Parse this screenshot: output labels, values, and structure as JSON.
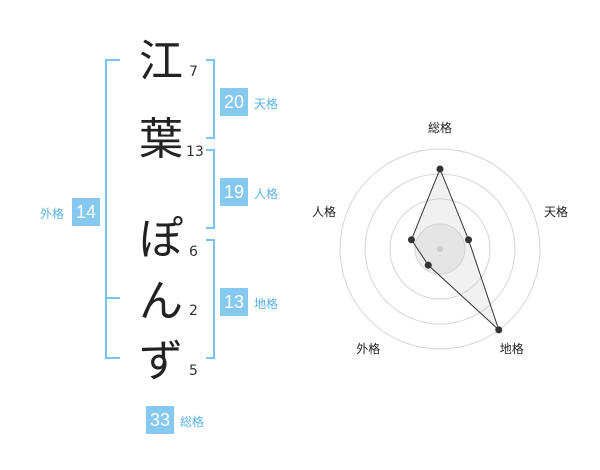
{
  "name_chars": [
    {
      "char": "江",
      "strokes": "7"
    },
    {
      "char": "葉",
      "strokes": "13"
    },
    {
      "char": "ぽ",
      "strokes": "6"
    },
    {
      "char": "ん",
      "strokes": "2"
    },
    {
      "char": "ず",
      "strokes": "5"
    }
  ],
  "fortunes": {
    "tenkaku": {
      "label": "天格",
      "value": "20"
    },
    "jinkaku": {
      "label": "人格",
      "value": "19"
    },
    "chikaku": {
      "label": "地格",
      "value": "13"
    },
    "gaikaku": {
      "label": "外格",
      "value": "14"
    },
    "soukaku": {
      "label": "総格",
      "value": "33"
    }
  },
  "colors": {
    "accent": "#86c9f0",
    "accent_text": "#5ab1e6",
    "bracket": "#7cc3ef"
  },
  "chart_data": {
    "type": "radar",
    "axes": [
      "総格",
      "天格",
      "地格",
      "外格",
      "人格"
    ],
    "values": [
      0.8,
      0.3,
      1.0,
      0.2,
      0.3
    ],
    "range": [
      0,
      1
    ],
    "rings": 4,
    "grid": true
  }
}
